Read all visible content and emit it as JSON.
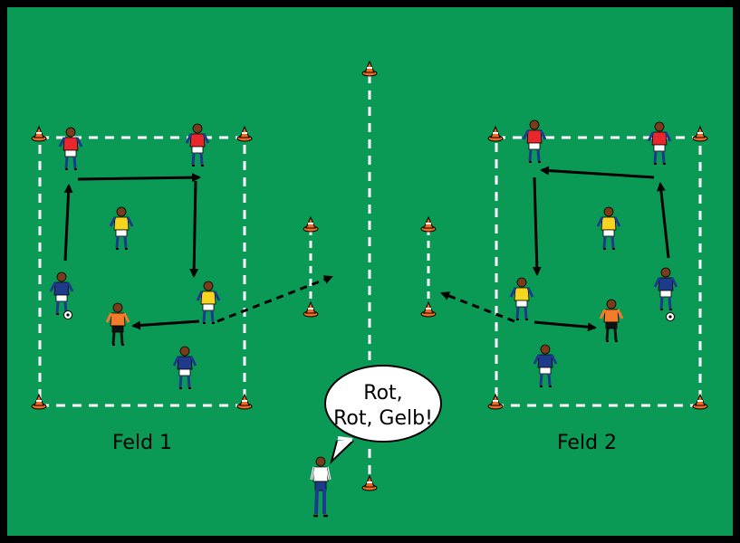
{
  "fields": [
    {
      "label": "Feld 1"
    },
    {
      "label": "Feld 2"
    }
  ],
  "speech_bubble": {
    "line1": "Rot,",
    "line2": "Rot, Gelb!"
  },
  "colors": {
    "pitch": "#0a9a55",
    "border": "#000000",
    "line": "#ffffff",
    "cone": "#f26a21",
    "team_red": "#e8262b",
    "team_yellow": "#f5d51d",
    "team_blue": "#1e3a8a",
    "neutral_orange": "#f47c28"
  },
  "icons": [
    "cone-icon",
    "player-icon",
    "ball-icon",
    "coach-icon",
    "arrow-icon"
  ]
}
